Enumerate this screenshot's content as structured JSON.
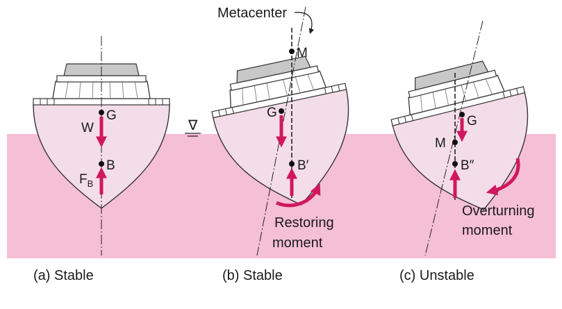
{
  "colors": {
    "water": "#f5bfd6",
    "hull_fill": "#f3dde8",
    "hull_stroke": "#333333",
    "arrow": "#d0175f",
    "deck": "#ffffff",
    "cabin": "#c8c8c8",
    "line": "#222222"
  },
  "water_symbol": "∇",
  "panels": [
    {
      "caption": "(a) Stable",
      "weight_label": "W",
      "gravity_label": "G",
      "buoyancy_label": "B",
      "force_label": "F",
      "force_sub": "B"
    },
    {
      "caption": "(b) Stable",
      "gravity_label": "G",
      "buoyancy_label": "B′",
      "metacenter_point": "M",
      "metacenter_label": "Metacenter",
      "moment_line1": "Restoring",
      "moment_line2": "moment"
    },
    {
      "caption": "(c) Unstable",
      "gravity_label": "G",
      "buoyancy_label": "B″",
      "metacenter_point": "M",
      "moment_line1": "Overturning",
      "moment_line2": "moment"
    }
  ]
}
